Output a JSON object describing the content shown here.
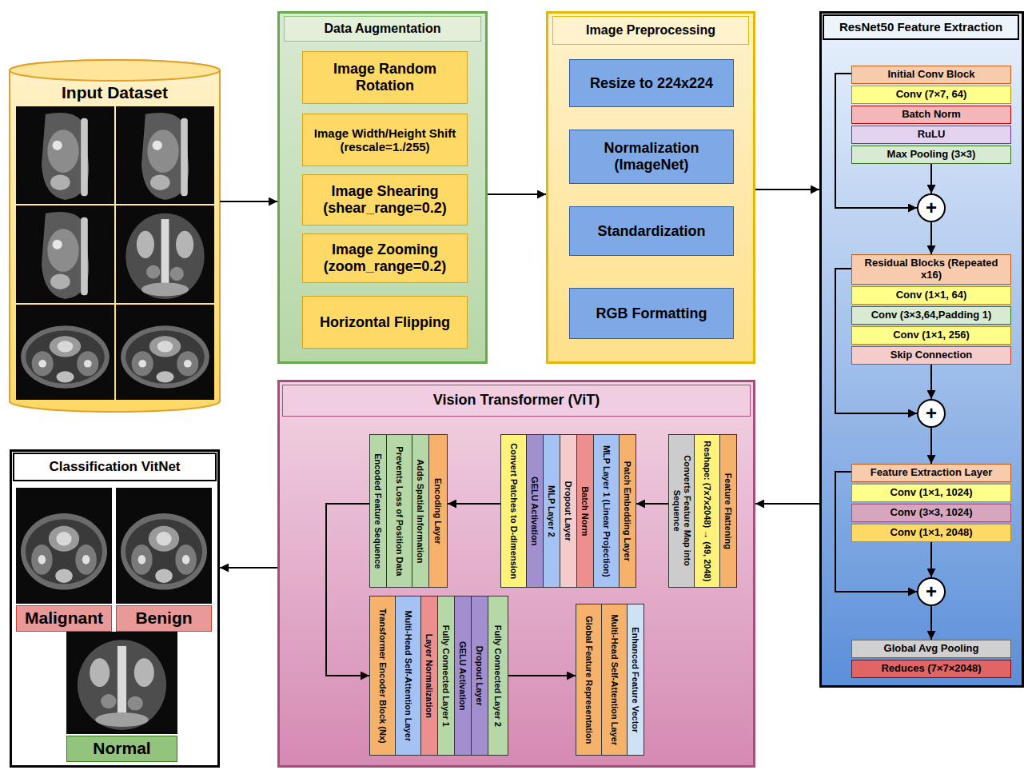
{
  "diagram": {
    "nodes": [
      {
        "text": [
          "Input Dataset"
        ]
      },
      {
        "text": [
          "Data Augmentation"
        ]
      },
      {
        "text": [
          "Image Random Rotation"
        ],
        "in": 1
      },
      {
        "text": [
          "Image Width/Height Shift (rescale=1./255)"
        ],
        "in": 1
      },
      {
        "text": [
          "Image Shearing (shear_range=0.2)"
        ],
        "in": 1
      },
      {
        "text": [
          "Image Zooming (zoom_range=0.2)"
        ],
        "in": 1
      },
      {
        "text": [
          "Horizontal Flipping"
        ],
        "in": 1
      },
      {
        "text": [
          "Image Preprocessing"
        ]
      },
      {
        "text": [
          "Resize to 224x224"
        ],
        "in": 7
      },
      {
        "text": [
          "Normalization (ImageNet)"
        ],
        "in": 7
      },
      {
        "text": [
          "Standardization"
        ],
        "in": 7
      },
      {
        "text": [
          "RGB Formatting"
        ],
        "in": 7
      },
      {
        "text": [
          "ResNet50 Feature Extraction"
        ]
      },
      {
        "text": [
          "Initial Conv Block"
        ],
        "in": 12
      },
      {
        "text": [
          "Conv (7×7, 64)"
        ],
        "in": 12
      },
      {
        "text": [
          "Batch Norm"
        ],
        "in": 12
      },
      {
        "text": [
          "RuLU"
        ],
        "in": 12
      },
      {
        "text": [
          "Max Pooling (3×3)"
        ],
        "in": 12
      },
      {
        "text": [
          "+"
        ],
        "in": 12
      },
      {
        "text": [
          "Residual Blocks (Repeated x16)"
        ],
        "in": 12
      },
      {
        "text": [
          "Conv (1×1, 64)"
        ],
        "in": 12
      },
      {
        "text": [
          "Conv (3×3,64,Padding 1)"
        ],
        "in": 12
      },
      {
        "text": [
          "Conv (1×1, 256)"
        ],
        "in": 12
      },
      {
        "text": [
          "Skip Connection"
        ],
        "in": 12
      },
      {
        "text": [
          "+"
        ],
        "in": 12
      },
      {
        "text": [
          "Feature Extraction Layer"
        ],
        "in": 12
      },
      {
        "text": [
          "Conv (1×1, 1024)"
        ],
        "in": 12
      },
      {
        "text": [
          "Conv (3×3, 1024)"
        ],
        "in": 12
      },
      {
        "text": [
          "Conv (1×1, 2048)"
        ],
        "in": 12
      },
      {
        "text": [
          "+"
        ],
        "in": 12
      },
      {
        "text": [
          "Global Avg Pooling"
        ],
        "in": 12
      },
      {
        "text": [
          "Reduces (7×7×2048)"
        ],
        "in": 12
      },
      {
        "text": [
          "Vision Transformer (ViT)"
        ]
      },
      {
        "text": [
          "Feature Flattening"
        ],
        "in": 32
      },
      {
        "text": [
          "Reshape: (7x7x2048) → (49, 2048)"
        ],
        "in": 32
      },
      {
        "text": [
          "Converts Feature Map into Sequence"
        ],
        "in": 32
      },
      {
        "text": [
          "Patch Embedding Layer"
        ],
        "in": 32
      },
      {
        "text": [
          "MLP Layer 1 (Linear Projection)"
        ],
        "in": 32
      },
      {
        "text": [
          "Batch Norm"
        ],
        "in": 32
      },
      {
        "text": [
          "Dropout Layer"
        ],
        "in": 32
      },
      {
        "text": [
          "MLP Layer 2"
        ],
        "in": 32
      },
      {
        "text": [
          "GELU Activation"
        ],
        "in": 32
      },
      {
        "text": [
          "Convert Patches to D-dimension"
        ],
        "in": 32
      },
      {
        "text": [
          "Encoding Layer"
        ],
        "in": 32
      },
      {
        "text": [
          "Adds Spatial Information"
        ],
        "in": 32
      },
      {
        "text": [
          "Prevents Loss of Position Data"
        ],
        "in": 32
      },
      {
        "text": [
          "Encoded Feature Sequence"
        ],
        "in": 32
      },
      {
        "text": [
          "Transformer Encoder Block (Nx)"
        ],
        "in": 32
      },
      {
        "text": [
          "Multi-Head Self-Attention Layer"
        ],
        "in": 32
      },
      {
        "text": [
          "Layer Normalization"
        ],
        "in": 32
      },
      {
        "text": [
          "Fully Connected Layer 1"
        ],
        "in": 32
      },
      {
        "text": [
          "GELU Activation"
        ],
        "in": 32
      },
      {
        "text": [
          "Dropout Layer"
        ],
        "in": 32
      },
      {
        "text": [
          "Fully Connected Layer 2"
        ],
        "in": 32
      },
      {
        "text": [
          "Global Feature Representation"
        ],
        "in": 32
      },
      {
        "text": [
          "Multi-Head Self-Attention Layer"
        ],
        "in": 32
      },
      {
        "text": [
          "Enhanced Feature Vector"
        ],
        "in": 32
      },
      {
        "text": [
          "Classification VitNet"
        ]
      },
      {
        "text": [
          "Malignant"
        ],
        "in": 57
      },
      {
        "text": [
          "Benign"
        ],
        "in": 57
      },
      {
        "text": [
          "Normal"
        ],
        "in": 57
      }
    ],
    "edges": [
      {
        "from": 0,
        "to": 1,
        "arrow": "to"
      },
      {
        "from": 1,
        "to": 7,
        "arrow": "to"
      },
      {
        "from": 7,
        "to": 12,
        "arrow": "to"
      },
      {
        "from": 13,
        "to": 18,
        "arrow": "to"
      },
      {
        "from": 17,
        "to": 18,
        "arrow": "to"
      },
      {
        "from": 18,
        "to": 19,
        "arrow": "to"
      },
      {
        "from": 19,
        "to": 24,
        "arrow": "to"
      },
      {
        "from": 23,
        "to": 24,
        "arrow": "to"
      },
      {
        "from": 24,
        "to": 25,
        "arrow": "to"
      },
      {
        "from": 25,
        "to": 29,
        "arrow": "to"
      },
      {
        "from": 28,
        "to": 29,
        "arrow": "to"
      },
      {
        "from": 29,
        "to": 30,
        "arrow": "to"
      },
      {
        "from": 12,
        "to": 32,
        "arrow": "to"
      },
      {
        "from": 35,
        "to": 36,
        "arrow": "to"
      },
      {
        "from": 42,
        "to": 43,
        "arrow": "to"
      },
      {
        "from": 46,
        "to": 47,
        "arrow": "to"
      },
      {
        "from": 53,
        "to": 54,
        "arrow": "to"
      },
      {
        "from": 32,
        "to": 57,
        "arrow": "to"
      }
    ]
  }
}
